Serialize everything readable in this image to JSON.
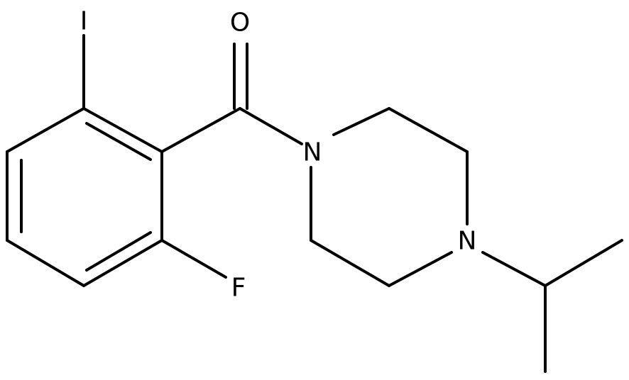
{
  "molecule": {
    "atoms": {
      "iodine": "I",
      "oxygen": "O",
      "fluorine": "F",
      "nitrogen_amide": "N",
      "nitrogen_amine": "N"
    },
    "colors": {
      "bond": "#000000",
      "label": "#000000",
      "background": "#ffffff"
    }
  }
}
